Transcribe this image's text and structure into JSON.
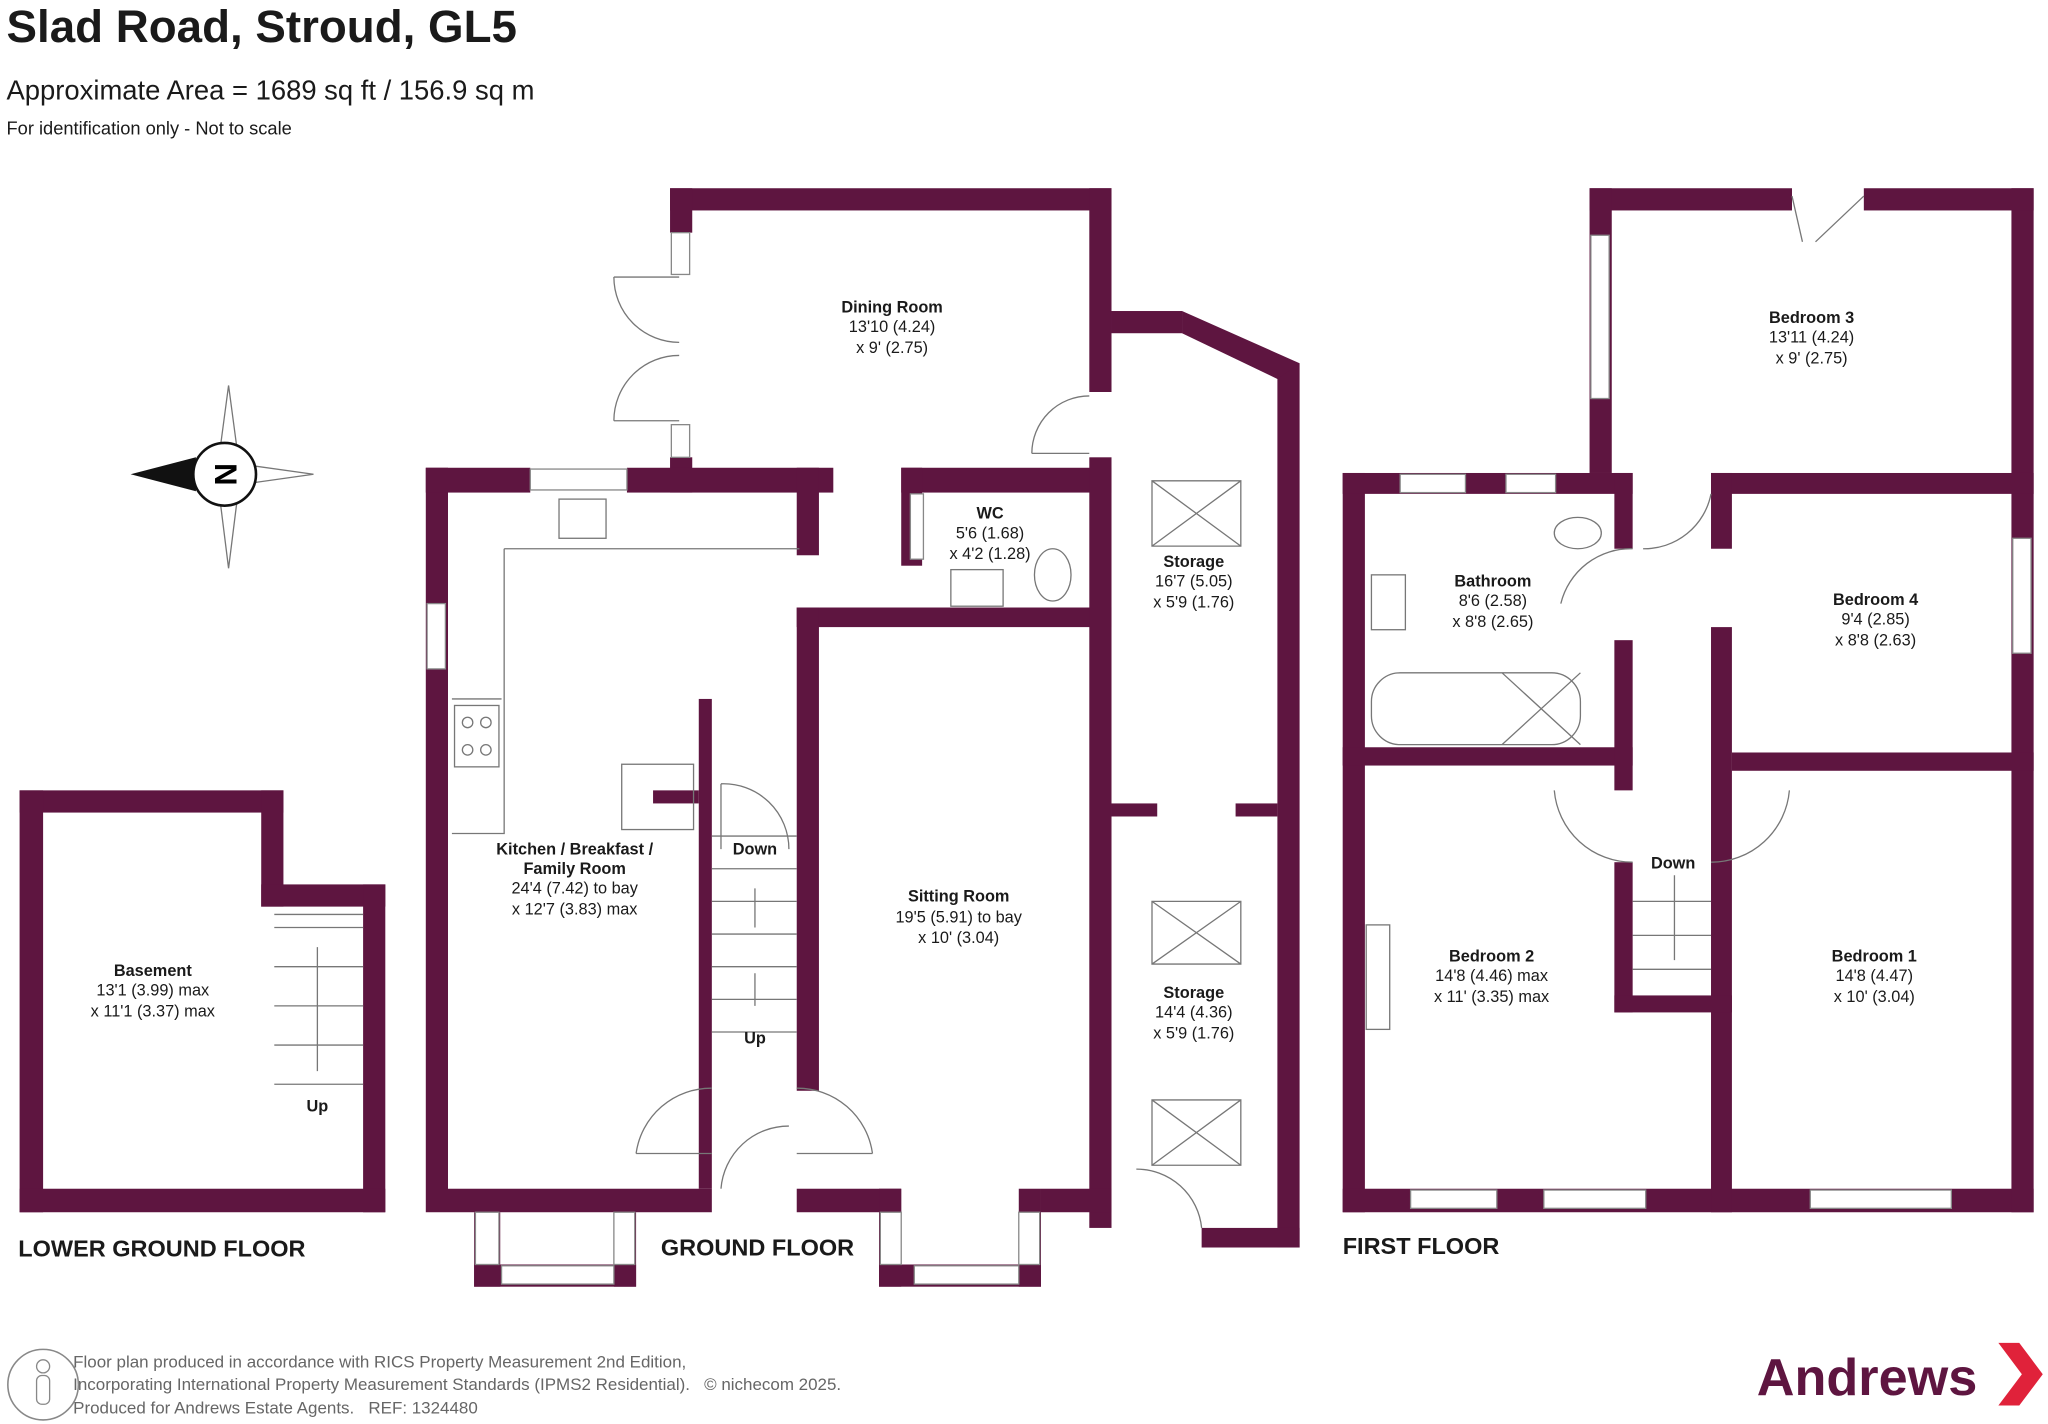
{
  "header": {
    "title": "Slad Road, Stroud, GL5",
    "area": "Approximate Area = 1689 sq ft / 156.9 sq m",
    "disclaimer": "For identification only - Not to scale"
  },
  "compass": {
    "label": "N"
  },
  "colors": {
    "wall": "#5e1540",
    "brand": "#5e1540",
    "brand_accent": "#e0223a"
  },
  "floors": {
    "lower_ground": {
      "label": "LOWER GROUND FLOOR",
      "rooms": [
        {
          "name": "Basement",
          "dim1": "13'1 (3.99) max",
          "dim2": "x 11'1 (3.37) max"
        }
      ],
      "stairs": "Up"
    },
    "ground": {
      "label": "GROUND FLOOR",
      "rooms": [
        {
          "name": "Dining Room",
          "dim1": "13'10 (4.24)",
          "dim2": "x 9' (2.75)"
        },
        {
          "name": "WC",
          "dim1": "5'6 (1.68)",
          "dim2": "x 4'2 (1.28)"
        },
        {
          "name": "Storage",
          "dim1": "16'7 (5.05)",
          "dim2": "x 5'9 (1.76)"
        },
        {
          "name": "Kitchen / Breakfast /",
          "name2": "Family Room",
          "dim1": "24'4 (7.42) to bay",
          "dim2": "x 12'7 (3.83) max"
        },
        {
          "name": "Sitting Room",
          "dim1": "19'5 (5.91) to bay",
          "dim2": "x 10' (3.04)"
        },
        {
          "name": "Storage",
          "dim1": "14'4 (4.36)",
          "dim2": "x 5'9 (1.76)"
        }
      ],
      "stairs_down": "Down",
      "stairs_up": "Up"
    },
    "first": {
      "label": "FIRST FLOOR",
      "rooms": [
        {
          "name": "Bedroom 3",
          "dim1": "13'11 (4.24)",
          "dim2": "x 9' (2.75)"
        },
        {
          "name": "Bathroom",
          "dim1": "8'6 (2.58)",
          "dim2": "x 8'8 (2.65)"
        },
        {
          "name": "Bedroom 4",
          "dim1": "9'4 (2.85)",
          "dim2": "x 8'8 (2.63)"
        },
        {
          "name": "Bedroom 2",
          "dim1": "14'8 (4.46) max",
          "dim2": "x 11' (3.35) max"
        },
        {
          "name": "Bedroom 1",
          "dim1": "14'8 (4.47)",
          "dim2": "x 10' (3.04)"
        }
      ],
      "stairs": "Down"
    }
  },
  "footer": {
    "line1": "Floor plan produced in accordance with RICS Property Measurement 2nd Edition,",
    "line2": "Incorporating International Property Measurement Standards (IPMS2 Residential).   © nichecom 2025.",
    "line3": "Produced for Andrews Estate Agents.   REF: 1324480"
  },
  "brand": {
    "name": "Andrews"
  }
}
